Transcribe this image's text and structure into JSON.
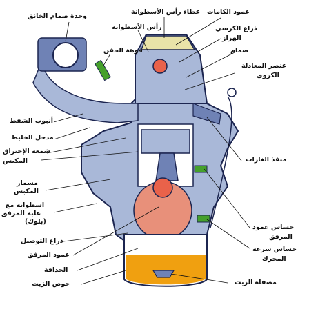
{
  "labels": {
    "throttle_unit": "وحدة صمام الخانق",
    "cylinder_head_cover": "غطاء رأس الأسطوانة",
    "camshaft": "عمود الكامات",
    "cylinder_head": "رأس الأسطوانة",
    "rocker_arm_line1": "ذراع الكرسي",
    "rocker_arm_line2": "الهزاز",
    "injector": "فوهة الحقن",
    "valve": "صمام",
    "ball_adjuster_line1": "عنصر المعادلة",
    "ball_adjuster_line2": "الكروي",
    "crankcase_vent_tube": "أنبوب الشفط",
    "intake": "مدخل الخليط",
    "spark_plug": "شمعة الإحتراق",
    "exhaust": "منفذ الغازات",
    "piston": "المكبس",
    "piston_pin_line1": "مسمار",
    "piston_pin_line2": "المكبس",
    "cylinder_block_line1": "اسطوانة مع",
    "cylinder_block_line2": "علبة المرفق",
    "cylinder_block_line3": "(بلوك)",
    "crank_sensor_line1": "حساس عمود",
    "crank_sensor_line2": "المرفق",
    "connecting_rod": "ذراع التوصيل",
    "speed_sensor_line1": "حساس سرعة",
    "speed_sensor_line2": "المحرك",
    "crankshaft": "عمود المرفق",
    "flywheel": "الحدافة",
    "oil_filter": "مصفاة الزيت",
    "oil_pan": "حوض الزيت"
  },
  "colors": {
    "block": "#a9b8d8",
    "block_dark": "#6f82b5",
    "outline": "#1c2550",
    "oil": "#f0a010",
    "head_cover": "#e9e3a8",
    "cam": "#e9624a",
    "green": "#45a02c",
    "counterweight": "#e8907a",
    "white": "#ffffff"
  }
}
